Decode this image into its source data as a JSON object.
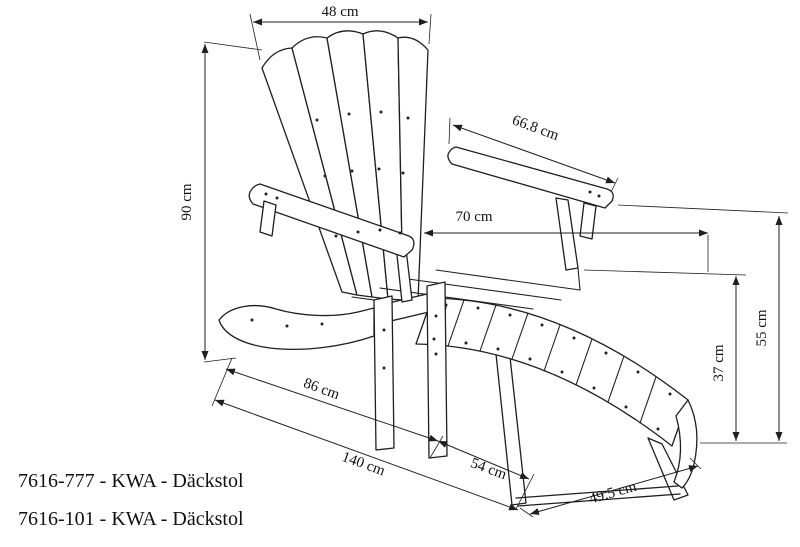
{
  "title": "Adirondack deck chair dimension drawing",
  "dims": {
    "back_width": "48 cm",
    "overall_height": "90 cm",
    "armrest_length": "66.8 cm",
    "seat_width": "70 cm",
    "seat_depth": "86 cm",
    "overall_length": "140 cm",
    "footrest_length": "54 cm",
    "footrest_width": "49.5 cm",
    "footrest_height": "37 cm",
    "seat_height": "55 cm"
  },
  "product_codes": [
    "7616-777 - KWA - Däckstol",
    "7616-101 - KWA - Däckstol"
  ],
  "colors": {
    "line": "#1f1f1f",
    "background": "#ffffff",
    "text": "#111111"
  }
}
